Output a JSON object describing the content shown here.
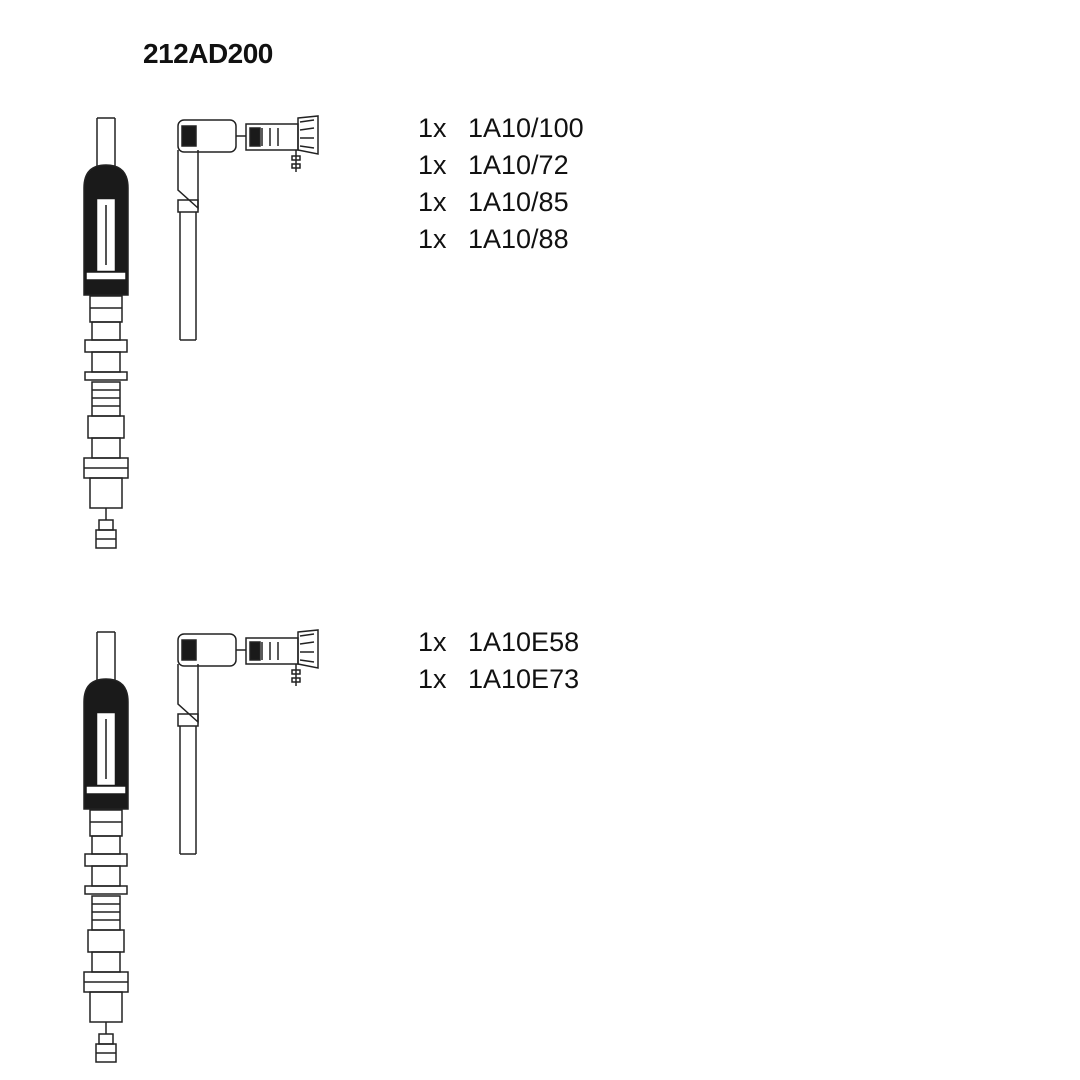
{
  "title": "212AD200",
  "groups": [
    {
      "parts": [
        {
          "qty": "1x",
          "code": "1A10/100"
        },
        {
          "qty": "1x",
          "code": "1A10/72"
        },
        {
          "qty": "1x",
          "code": "1A10/85"
        },
        {
          "qty": "1x",
          "code": "1A10/88"
        }
      ]
    },
    {
      "parts": [
        {
          "qty": "1x",
          "code": "1A10E58"
        },
        {
          "qty": "1x",
          "code": "1A10E73"
        }
      ]
    }
  ]
}
